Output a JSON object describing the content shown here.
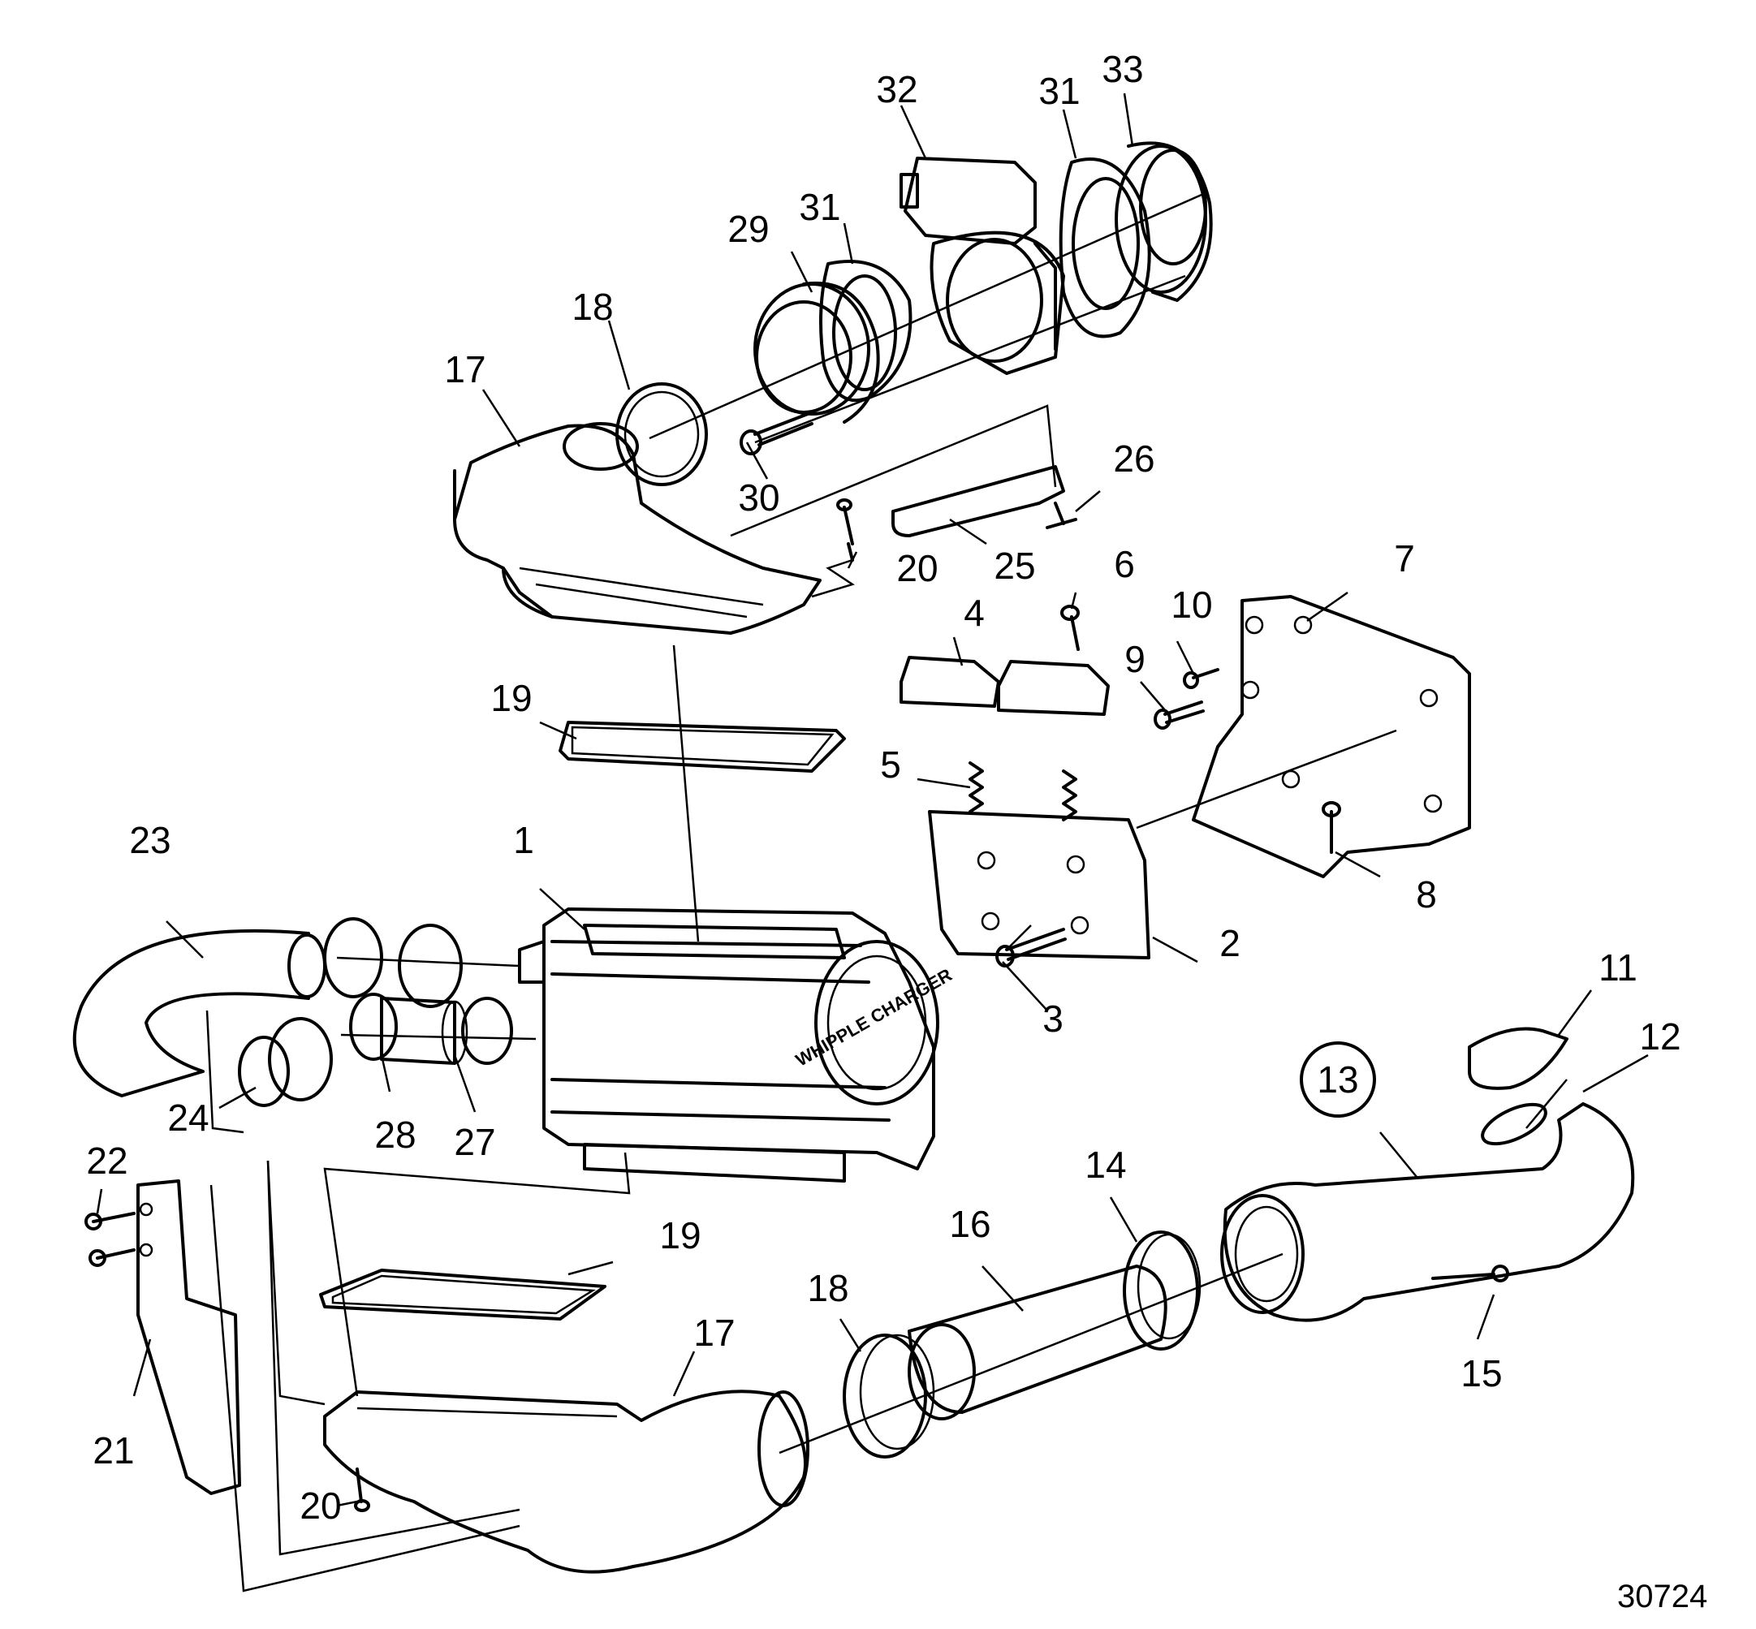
{
  "drawing_number": "30724",
  "callouts": [
    {
      "id": "1",
      "label": "1"
    },
    {
      "id": "2",
      "label": "2"
    },
    {
      "id": "3",
      "label": "3"
    },
    {
      "id": "4",
      "label": "4"
    },
    {
      "id": "5",
      "label": "5"
    },
    {
      "id": "6",
      "label": "6"
    },
    {
      "id": "7",
      "label": "7"
    },
    {
      "id": "8",
      "label": "8"
    },
    {
      "id": "9",
      "label": "9"
    },
    {
      "id": "10",
      "label": "10"
    },
    {
      "id": "11",
      "label": "11"
    },
    {
      "id": "12",
      "label": "12"
    },
    {
      "id": "13",
      "label": "13",
      "circled": true
    },
    {
      "id": "14",
      "label": "14"
    },
    {
      "id": "15",
      "label": "15"
    },
    {
      "id": "16",
      "label": "16"
    },
    {
      "id": "17a",
      "label": "17"
    },
    {
      "id": "17b",
      "label": "17"
    },
    {
      "id": "18a",
      "label": "18"
    },
    {
      "id": "18b",
      "label": "18"
    },
    {
      "id": "19a",
      "label": "19"
    },
    {
      "id": "19b",
      "label": "19"
    },
    {
      "id": "20a",
      "label": "20"
    },
    {
      "id": "20b",
      "label": "20"
    },
    {
      "id": "21",
      "label": "21"
    },
    {
      "id": "22",
      "label": "22"
    },
    {
      "id": "23",
      "label": "23"
    },
    {
      "id": "24",
      "label": "24"
    },
    {
      "id": "25",
      "label": "25"
    },
    {
      "id": "26",
      "label": "26"
    },
    {
      "id": "27",
      "label": "27"
    },
    {
      "id": "28",
      "label": "28"
    },
    {
      "id": "29",
      "label": "29"
    },
    {
      "id": "30",
      "label": "30"
    },
    {
      "id": "31a",
      "label": "31"
    },
    {
      "id": "31b",
      "label": "31"
    },
    {
      "id": "32",
      "label": "32"
    },
    {
      "id": "33",
      "label": "33"
    }
  ],
  "cover_marking": "WHIPPLE CHARGER"
}
